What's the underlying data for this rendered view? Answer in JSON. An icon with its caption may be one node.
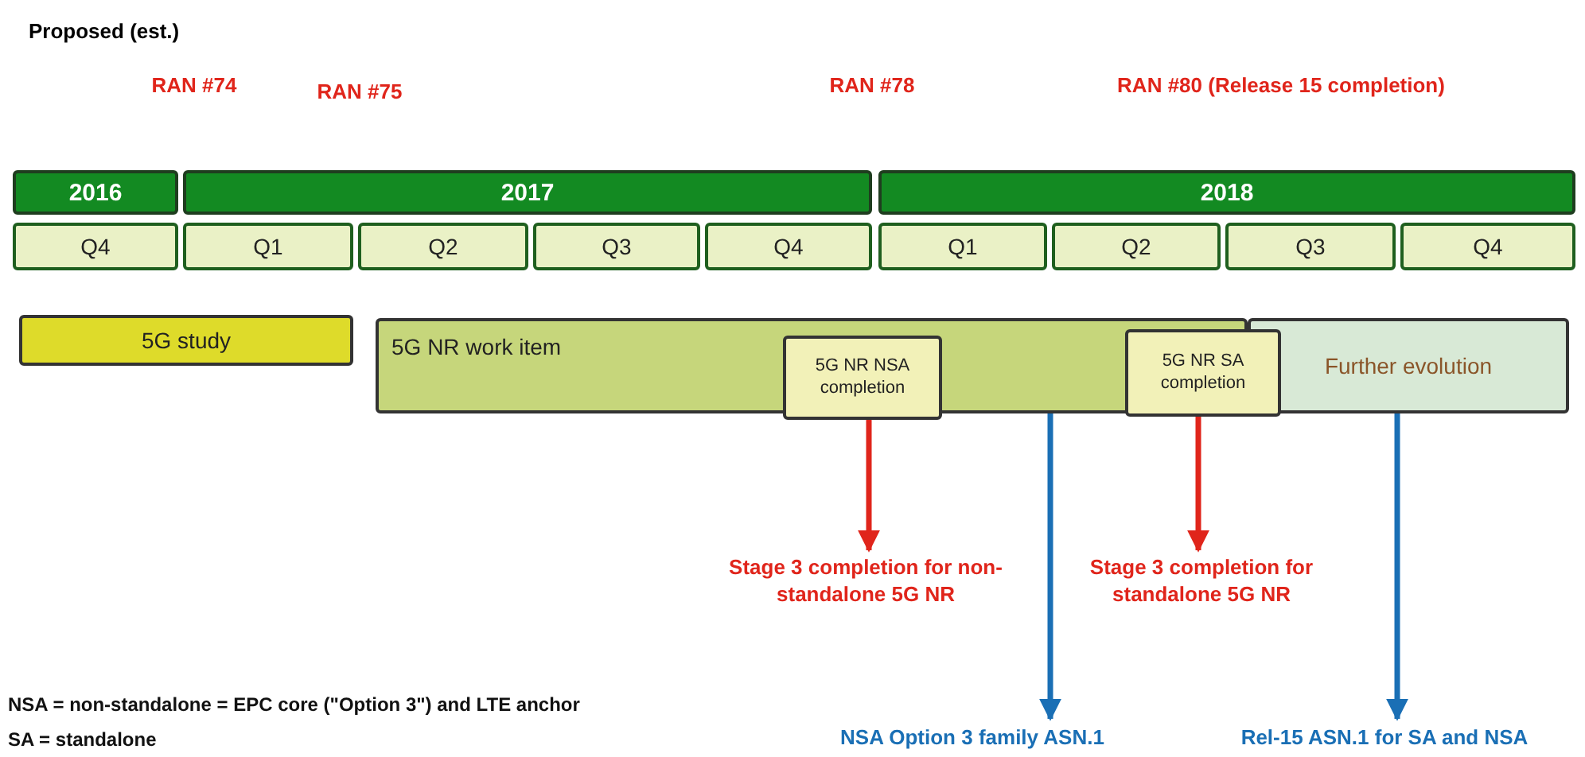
{
  "diagram": {
    "title": "Proposed (est.)",
    "nodes": [
      {
        "text": [
          "2016"
        ]
      },
      {
        "text": [
          "2017"
        ]
      },
      {
        "text": [
          "2018"
        ]
      },
      {
        "text": [
          "Q4"
        ]
      },
      {
        "text": [
          "Q1"
        ]
      },
      {
        "text": [
          "Q2"
        ]
      },
      {
        "text": [
          "Q3"
        ]
      },
      {
        "text": [
          "Q4"
        ]
      },
      {
        "text": [
          "Q1"
        ]
      },
      {
        "text": [
          "Q2"
        ]
      },
      {
        "text": [
          "Q3"
        ]
      },
      {
        "text": [
          "Q4"
        ]
      },
      {
        "text": [
          "5G study"
        ]
      },
      {
        "text": [
          "5G NR work item"
        ]
      },
      {
        "text": [
          "5G NR NSA completion"
        ],
        "in": 13
      },
      {
        "text": [
          "5G NR SA completion"
        ]
      },
      {
        "text": [
          "Further evolution"
        ]
      },
      {
        "text": [
          "Stage 3 completion for non-standalone 5G NR"
        ]
      },
      {
        "text": [
          "Stage 3 completion for standalone 5G NR"
        ]
      },
      {
        "text": [
          "NSA Option 3 family ASN.1"
        ]
      },
      {
        "text": [
          "Rel-15 ASN.1 for SA and NSA"
        ]
      }
    ],
    "edges": [
      {
        "from": 14,
        "to": 17,
        "arrow": "to"
      },
      {
        "from": 13,
        "to": 19,
        "arrow": "to",
        "color": "#1a6fb5"
      },
      {
        "from": 15,
        "to": 18,
        "arrow": "to"
      },
      {
        "from": 16,
        "to": 20,
        "arrow": "to",
        "color": "#1a6fb5"
      }
    ],
    "labels": [
      "RAN #74",
      "RAN #75",
      "RAN #78",
      "RAN #80 (Release 15 completion)",
      "NSA = non-standalone = EPC core (\"Option 3\") and LTE anchor",
      "SA = standalone"
    ]
  }
}
